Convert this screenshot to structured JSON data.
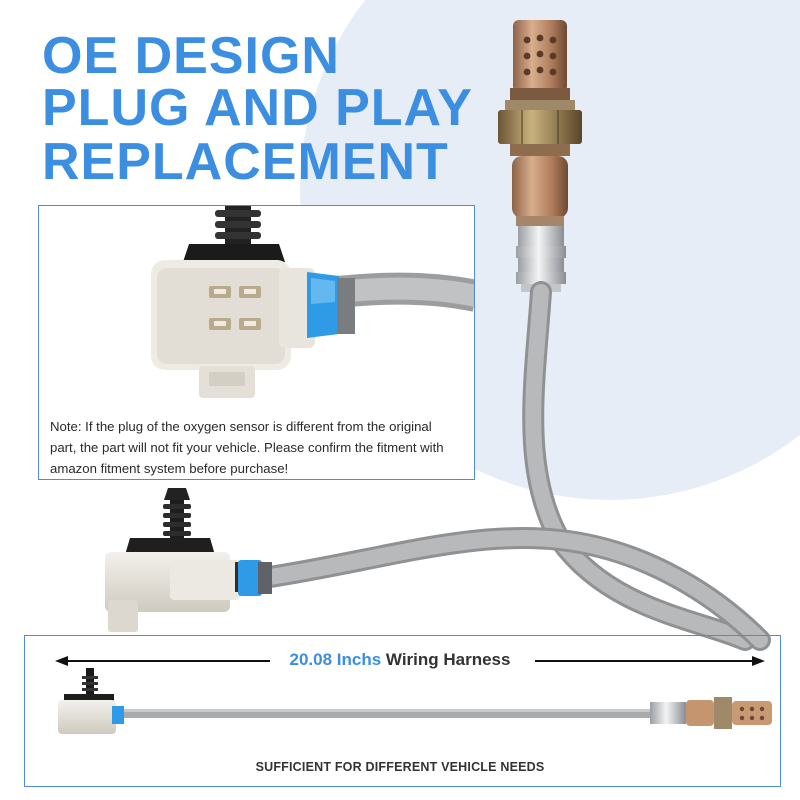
{
  "headline": {
    "line1": "OE DESIGN",
    "line2": "PLUG AND PLAY",
    "line3": "REPLACEMENT"
  },
  "note": "Note: If the plug of the oxygen sensor is different from the original part, the part will not fit your vehicle. Please confirm the fitment with amazon fitment system before purchase!",
  "dimension": {
    "length": "20.08 Inchs",
    "label": "Wiring Harness"
  },
  "footer": "SUFFICIENT FOR DIFFERENT VEHICLE NEEDS",
  "colors": {
    "accent": "#3b8ee0",
    "panel_border": "#4a8fd6",
    "cable": "#a9aaab",
    "connector": "#e6e3dc",
    "clip_blue": "#2f9be6",
    "sensor_metal": "#b88a6a"
  }
}
